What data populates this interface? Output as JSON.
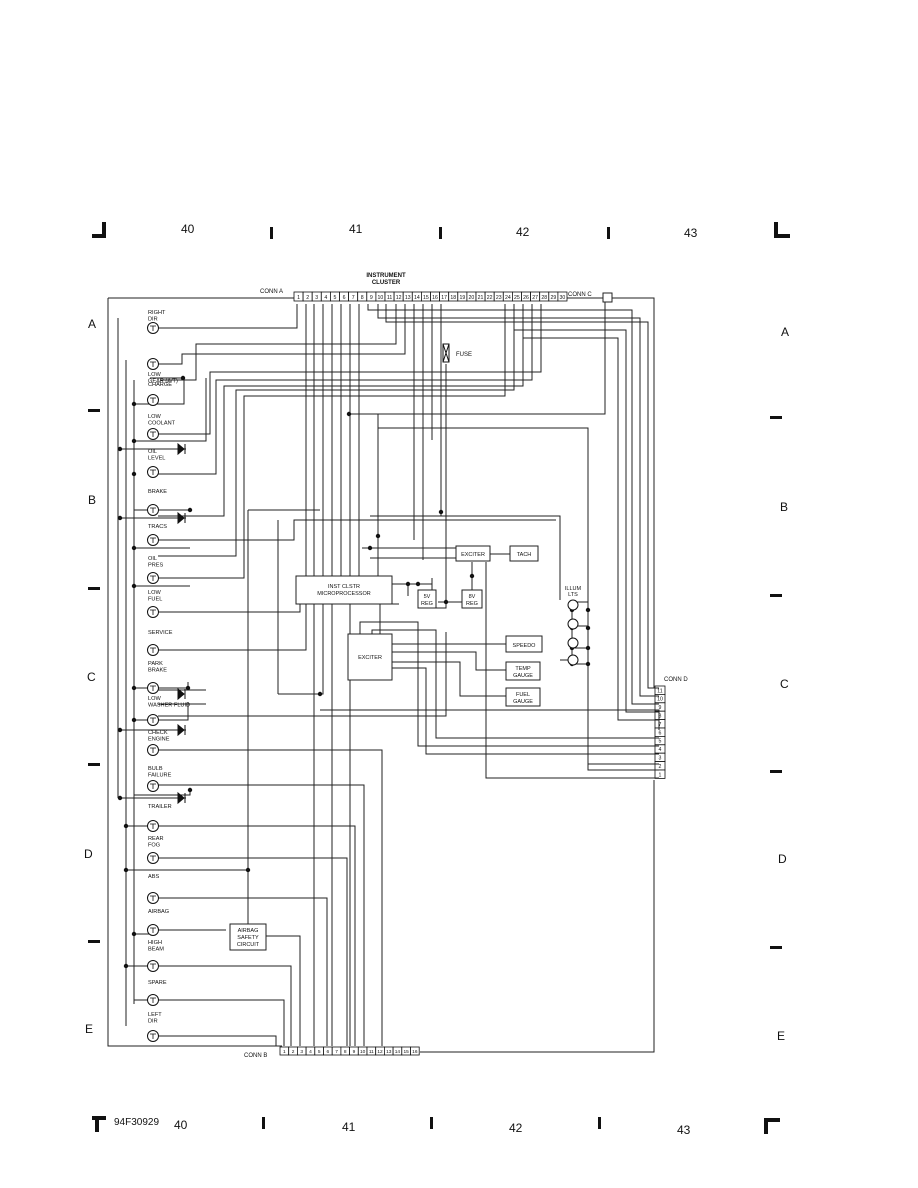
{
  "grid": {
    "columns": [
      "40",
      "41",
      "42",
      "43"
    ],
    "rows": [
      "A",
      "B",
      "C",
      "D",
      "E"
    ]
  },
  "figure_id": "94F30929",
  "title": [
    "INSTRUMENT",
    "CLUSTER"
  ],
  "connectors": {
    "a_label": "CONN A",
    "b_label": "CONN B",
    "c_label": "CONN C",
    "d_label": "CONN D",
    "a_pins": [
      "1",
      "2",
      "3",
      "4",
      "5",
      "6",
      "7",
      "8",
      "9",
      "10",
      "11",
      "12",
      "13",
      "14",
      "15",
      "16",
      "17",
      "18",
      "19",
      "20",
      "21",
      "22",
      "23",
      "24",
      "25",
      "26",
      "27",
      "28",
      "29",
      "30"
    ],
    "b_pins": [
      "1",
      "2",
      "3",
      "4",
      "5",
      "6",
      "7",
      "8",
      "9",
      "10",
      "11",
      "12",
      "13",
      "14",
      "15",
      "16"
    ],
    "d_pins": [
      "11",
      "10",
      "9",
      "8",
      "7",
      "6",
      "5",
      "4",
      "3",
      "2",
      "1"
    ]
  },
  "indicators": [
    {
      "lines": [
        "RIGHT",
        "DIR"
      ]
    },
    {
      "lines": [
        "LOW",
        "GEAR (A/T)"
      ]
    },
    {
      "lines": [
        "CHARGE"
      ]
    },
    {
      "lines": [
        "LOW",
        "COOLANT"
      ]
    },
    {
      "lines": [
        "OIL",
        "LEVEL"
      ]
    },
    {
      "lines": [
        "BRAKE"
      ]
    },
    {
      "lines": [
        "TRACS"
      ]
    },
    {
      "lines": [
        "OIL",
        "PRES"
      ]
    },
    {
      "lines": [
        "LOW",
        "FUEL"
      ]
    },
    {
      "lines": [
        "SERVICE"
      ]
    },
    {
      "lines": [
        "PARK",
        "BRAKE"
      ]
    },
    {
      "lines": [
        "LOW",
        "WASHER FLUID"
      ]
    },
    {
      "lines": [
        "CHECK",
        "ENGINE"
      ]
    },
    {
      "lines": [
        "BULB",
        "FAILURE"
      ]
    },
    {
      "lines": [
        "TRAILER"
      ]
    },
    {
      "lines": [
        "REAR",
        "FOG"
      ]
    },
    {
      "lines": [
        "ABS"
      ]
    },
    {
      "lines": [
        "AIRBAG"
      ]
    },
    {
      "lines": [
        "HIGH",
        "BEAM"
      ]
    },
    {
      "lines": [
        "SPARE"
      ]
    },
    {
      "lines": [
        "LEFT",
        "DIR"
      ]
    }
  ],
  "blocks": {
    "microprocessor": [
      "INST CLSTR",
      "MICROPROCESSOR"
    ],
    "exciter_top": "EXCITER",
    "tach": "TACH",
    "reg5": [
      "5V",
      "REG"
    ],
    "reg8": [
      "8V",
      "REG"
    ],
    "exciter_main": "EXCITER",
    "speedo": "SPEEDO",
    "temp": [
      "TEMP",
      "GAUGE"
    ],
    "fuel": [
      "FUEL",
      "GAUGE"
    ],
    "airbag": [
      "AIRBAG",
      "SAFETY",
      "CIRCUIT"
    ],
    "fuse": "FUSE",
    "illum": [
      "ILLUM",
      "LTS"
    ]
  }
}
